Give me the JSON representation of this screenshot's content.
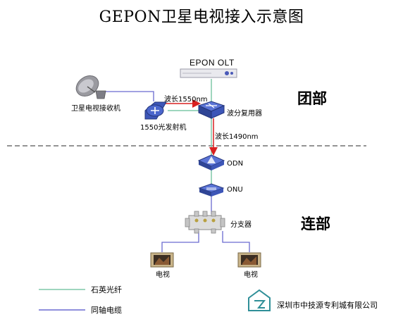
{
  "title": "GEPON卫星电视接入示意图",
  "olt": {
    "label": "EPON OLT"
  },
  "satellite": {
    "label": "卫星电视接收机"
  },
  "transmitter": {
    "label": "1550光发射机"
  },
  "wdm": {
    "label": "波分复用器"
  },
  "wavelength_1550": "波长1550nm",
  "wavelength_1490": "波长1490nm",
  "odn": {
    "label": "ODN"
  },
  "onu": {
    "label": "ONU"
  },
  "splitter": {
    "label": "分支器"
  },
  "tv_left": {
    "label": "电视"
  },
  "tv_right": {
    "label": "电视"
  },
  "sections": {
    "top": "团部",
    "bottom": "连部"
  },
  "legend": {
    "fiber": "石英光纤",
    "coax": "同轴电缆"
  },
  "company": "深圳市中技源专利城有限公司",
  "colors": {
    "fiber": "#7fc8a9",
    "coax": "#6a6ad0",
    "arrow": "#d92020",
    "device": "#3d56b8"
  }
}
